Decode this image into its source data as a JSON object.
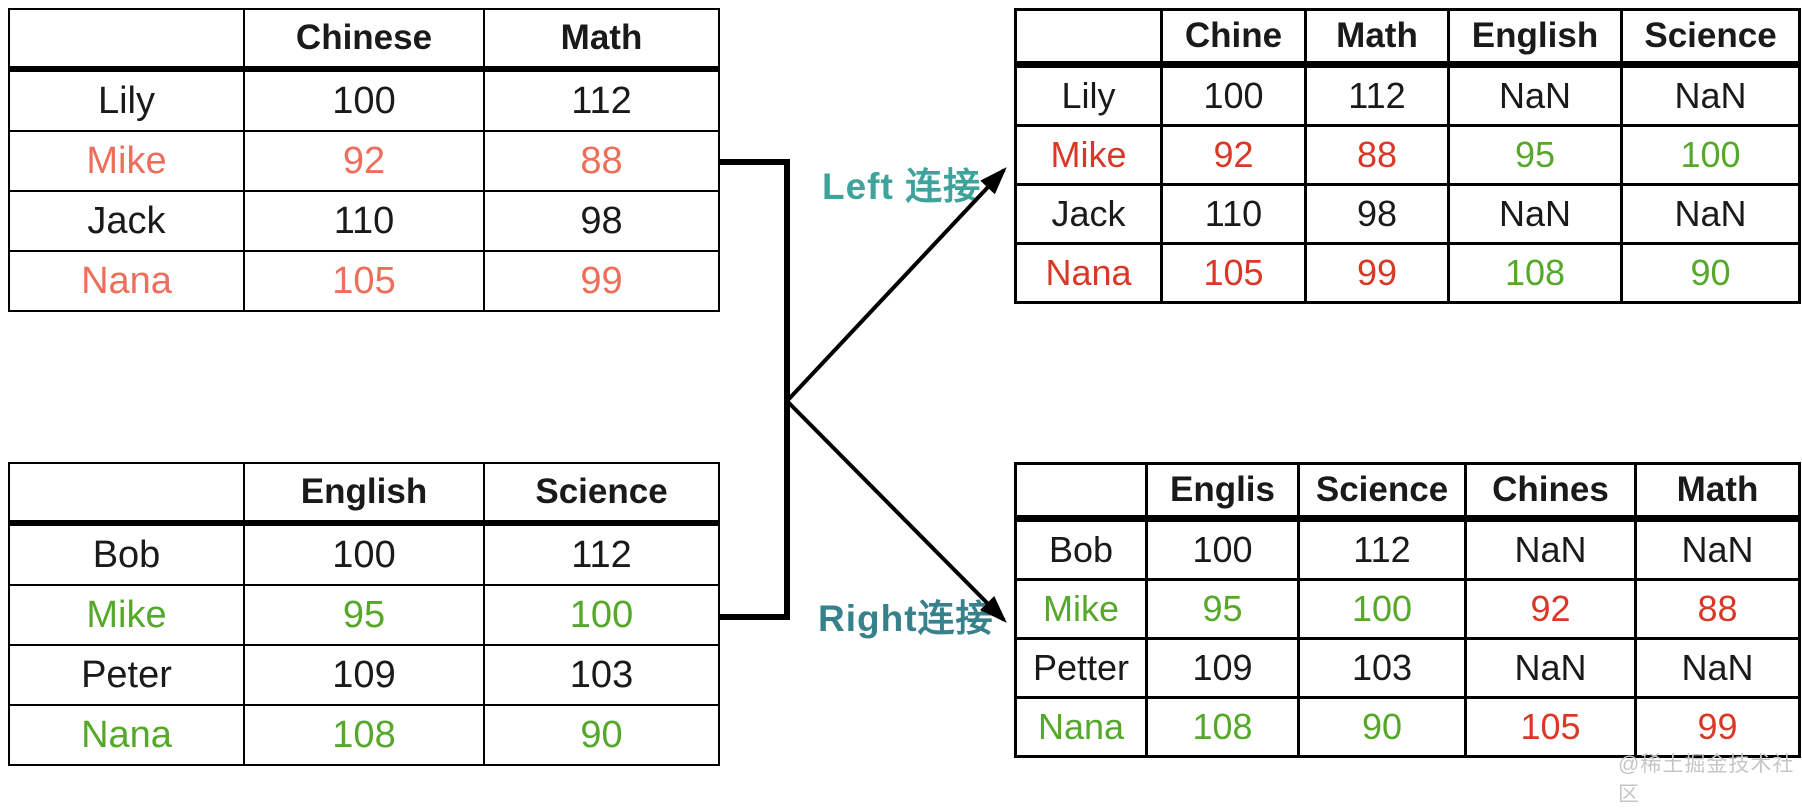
{
  "labels": {
    "left_join": "Left 连接",
    "right_join": "Right连接"
  },
  "watermark": "@稀土掘金技术社区",
  "colors": {
    "black": "#1a1a1a",
    "coral": "#ed6e5a",
    "red": "#da3826",
    "green": "#56a82b",
    "teal_left": "#3ea39c",
    "teal_right": "#36818c",
    "watermark_gray": "#c6c6c6"
  },
  "tables": {
    "top_left": {
      "headers": [
        "",
        "Chinese",
        "Math"
      ],
      "rows": [
        [
          {
            "t": "Lily",
            "c": "black"
          },
          {
            "t": "100",
            "c": "black"
          },
          {
            "t": "112",
            "c": "black"
          }
        ],
        [
          {
            "t": "Mike",
            "c": "coral"
          },
          {
            "t": "92",
            "c": "coral"
          },
          {
            "t": "88",
            "c": "coral"
          }
        ],
        [
          {
            "t": "Jack",
            "c": "black"
          },
          {
            "t": "110",
            "c": "black"
          },
          {
            "t": "98",
            "c": "black"
          }
        ],
        [
          {
            "t": "Nana",
            "c": "coral"
          },
          {
            "t": "105",
            "c": "coral"
          },
          {
            "t": "99",
            "c": "coral"
          }
        ]
      ]
    },
    "bottom_left": {
      "headers": [
        "",
        "English",
        "Science"
      ],
      "rows": [
        [
          {
            "t": "Bob",
            "c": "black"
          },
          {
            "t": "100",
            "c": "black"
          },
          {
            "t": "112",
            "c": "black"
          }
        ],
        [
          {
            "t": "Mike",
            "c": "green"
          },
          {
            "t": "95",
            "c": "green"
          },
          {
            "t": "100",
            "c": "green"
          }
        ],
        [
          {
            "t": "Peter",
            "c": "black"
          },
          {
            "t": "109",
            "c": "black"
          },
          {
            "t": "103",
            "c": "black"
          }
        ],
        [
          {
            "t": "Nana",
            "c": "green"
          },
          {
            "t": "108",
            "c": "green"
          },
          {
            "t": "90",
            "c": "green"
          }
        ]
      ]
    },
    "top_right": {
      "headers": [
        "",
        "Chine",
        "Math",
        "English",
        "Science"
      ],
      "rows": [
        [
          {
            "t": "Lily",
            "c": "black"
          },
          {
            "t": "100",
            "c": "black"
          },
          {
            "t": "112",
            "c": "black"
          },
          {
            "t": "NaN",
            "c": "black"
          },
          {
            "t": "NaN",
            "c": "black"
          }
        ],
        [
          {
            "t": "Mike",
            "c": "red"
          },
          {
            "t": "92",
            "c": "red"
          },
          {
            "t": "88",
            "c": "red"
          },
          {
            "t": "95",
            "c": "green"
          },
          {
            "t": "100",
            "c": "green"
          }
        ],
        [
          {
            "t": "Jack",
            "c": "black"
          },
          {
            "t": "110",
            "c": "black"
          },
          {
            "t": "98",
            "c": "black"
          },
          {
            "t": "NaN",
            "c": "black"
          },
          {
            "t": "NaN",
            "c": "black"
          }
        ],
        [
          {
            "t": "Nana",
            "c": "red"
          },
          {
            "t": "105",
            "c": "red"
          },
          {
            "t": "99",
            "c": "red"
          },
          {
            "t": "108",
            "c": "green"
          },
          {
            "t": "90",
            "c": "green"
          }
        ]
      ]
    },
    "bottom_right": {
      "headers": [
        "",
        "Englis",
        "Science",
        "Chines",
        "Math"
      ],
      "rows": [
        [
          {
            "t": "Bob",
            "c": "black"
          },
          {
            "t": "100",
            "c": "black"
          },
          {
            "t": "112",
            "c": "black"
          },
          {
            "t": "NaN",
            "c": "black"
          },
          {
            "t": "NaN",
            "c": "black"
          }
        ],
        [
          {
            "t": "Mike",
            "c": "green"
          },
          {
            "t": "95",
            "c": "green"
          },
          {
            "t": "100",
            "c": "green"
          },
          {
            "t": "92",
            "c": "red"
          },
          {
            "t": "88",
            "c": "red"
          }
        ],
        [
          {
            "t": "Petter",
            "c": "black"
          },
          {
            "t": "109",
            "c": "black"
          },
          {
            "t": "103",
            "c": "black"
          },
          {
            "t": "NaN",
            "c": "black"
          },
          {
            "t": "NaN",
            "c": "black"
          }
        ],
        [
          {
            "t": "Nana",
            "c": "green"
          },
          {
            "t": "108",
            "c": "green"
          },
          {
            "t": "90",
            "c": "green"
          },
          {
            "t": "105",
            "c": "red"
          },
          {
            "t": "99",
            "c": "red"
          }
        ]
      ]
    }
  }
}
